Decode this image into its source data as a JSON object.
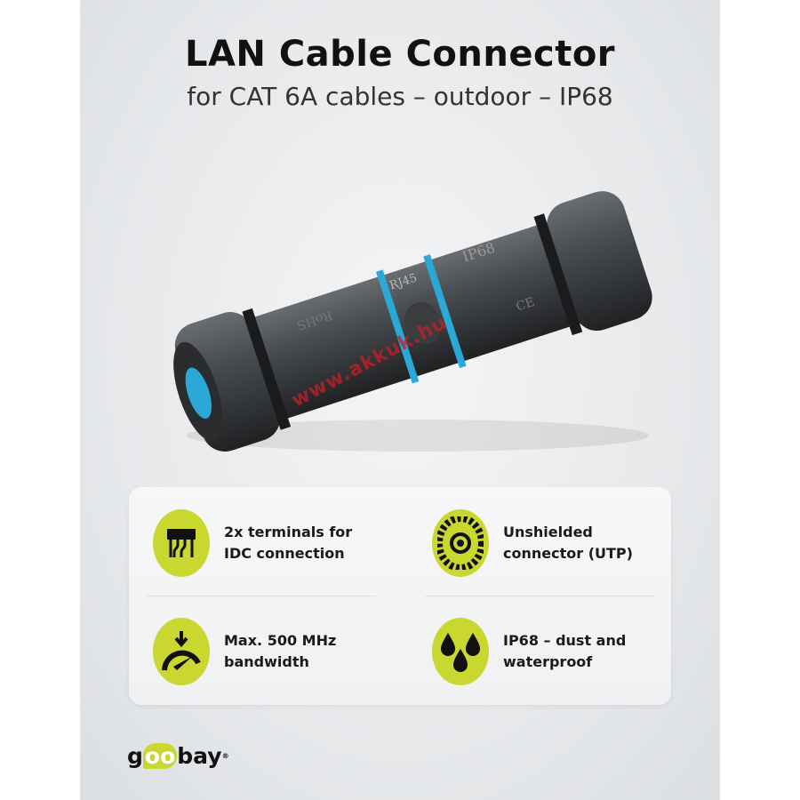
{
  "header": {
    "title": "LAN Cable Connector",
    "subtitle": "for CAT 6A cables – outdoor – IP68"
  },
  "product": {
    "markings": [
      "RJ45",
      "IP68",
      "RoHS",
      "CE"
    ],
    "accent_color": "#2aa8d8"
  },
  "watermark": "www.akkuk.hu",
  "features": [
    {
      "icon": "idc-terminal-icon",
      "line1": "2x terminals for",
      "line2": "IDC connection"
    },
    {
      "icon": "unshielded-cable-icon",
      "line1": "Unshielded",
      "line2": "connector (UTP)"
    },
    {
      "icon": "bandwidth-gauge-icon",
      "line1": "Max. 500 MHz",
      "line2": "bandwidth"
    },
    {
      "icon": "water-drops-icon",
      "line1": "IP68 – dust and",
      "line2": "waterproof"
    }
  ],
  "brand": {
    "name": "goobay",
    "parts": [
      "g",
      "oo",
      "bay"
    ],
    "color": "#c9d730"
  }
}
